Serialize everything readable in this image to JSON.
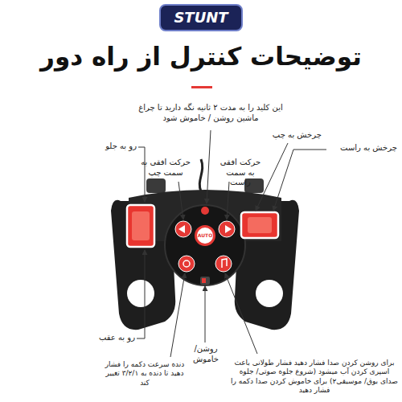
{
  "diagram": {
    "title": "توضیحات کنترل از راه دور",
    "nodes": [
      {
        "text": [
          "STUNT"
        ]
      },
      {
        "text": [
          "AUTO"
        ]
      }
    ],
    "labels": [
      "این کلید را به مدت ۲ ثانیه نگه دارید تا چراغ ماشین روشن / خاموش شود",
      "چرخش به چپ",
      "چرخش به راست",
      "رو به جلو",
      "حرکت افقی به سمت چپ",
      "حرکت افقی به سمت راست",
      "رو به عقب",
      "روشن/ خاموش",
      "دنده سرعت دکمه را فشار دهید تا دنده به ۳/۲/۱ تغییر کند",
      "برای روشن کردن صدا فشار دهید فشار طولانی باعث اسپری کردن آب میشود (شروع جلوه صوتی/ جلوه صدای بوق/ موسیقی۲) برای خاموش کردن صدا دکمه را فشار دهید"
    ]
  }
}
